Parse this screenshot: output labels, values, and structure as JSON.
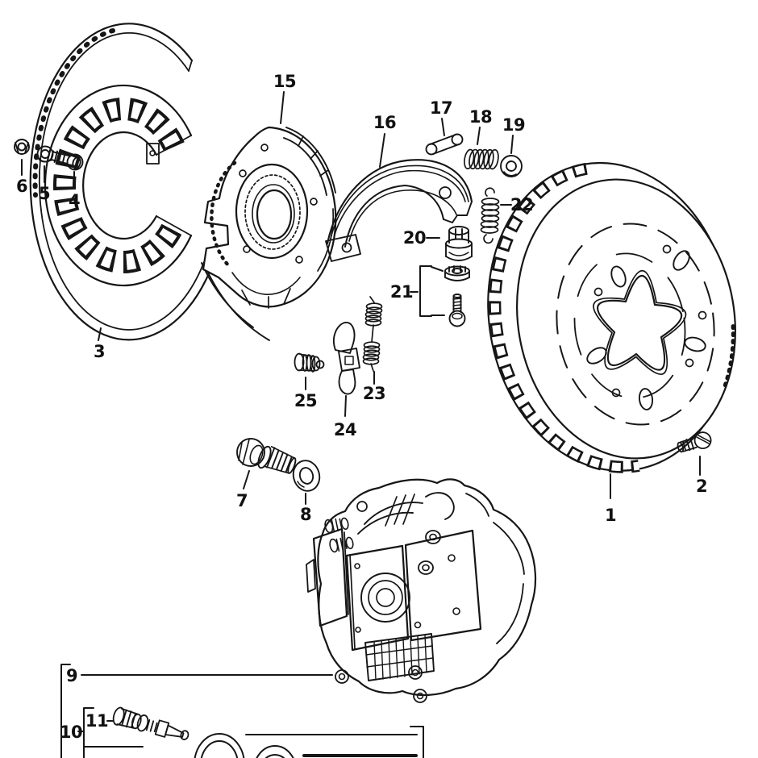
{
  "colors": {
    "background": "#ffffff",
    "line": "#161616"
  },
  "diagram_type": "exploded-parts-diagram",
  "parts": {
    "brake_disc": {
      "label": "1"
    },
    "countersunk_screw": {
      "label": "2"
    },
    "splash_shield": {
      "label": "3"
    },
    "hex_bolt_small": {
      "label": "4"
    },
    "lock_washer": {
      "label": "5"
    },
    "hex_nut": {
      "label": "6"
    },
    "caliper_bolt": {
      "label": "7"
    },
    "washer": {
      "label": "8"
    },
    "brake_caliper": {
      "label": "9"
    },
    "repair_kit": {
      "label": "10"
    },
    "bleeder_valve": {
      "label": "11"
    },
    "backing_plate": {
      "label": "15"
    },
    "brake_shoe": {
      "label": "16"
    },
    "retaining_pin": {
      "label": "17"
    },
    "compression_spring": {
      "label": "18"
    },
    "spring_cup": {
      "label": "19"
    },
    "expander": {
      "label": "20"
    },
    "adjusting_set": {
      "label": "21"
    },
    "return_spring_upper": {
      "label": "22"
    },
    "return_spring_lower": {
      "label": "23"
    },
    "operating_lever": {
      "label": "24"
    },
    "adjusting_sleeve": {
      "label": "25"
    }
  }
}
